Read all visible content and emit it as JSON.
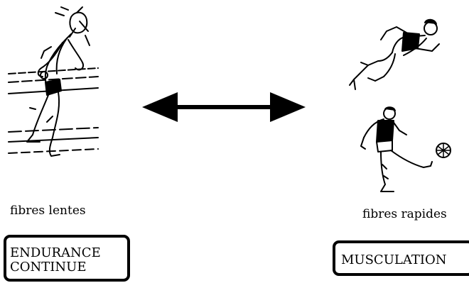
{
  "left_panel": {
    "caption": "fibres lentes",
    "box_lines": [
      "ENDURANCE",
      "CONTINUE"
    ],
    "illustration": "exhausted-runner-icon"
  },
  "right_panel": {
    "caption": "fibres rapides",
    "box_label": "MUSCULATION",
    "illustrations": [
      "sprinter-icon",
      "football-kicker-icon"
    ]
  },
  "center": {
    "icon": "double-headed-arrow-icon"
  }
}
